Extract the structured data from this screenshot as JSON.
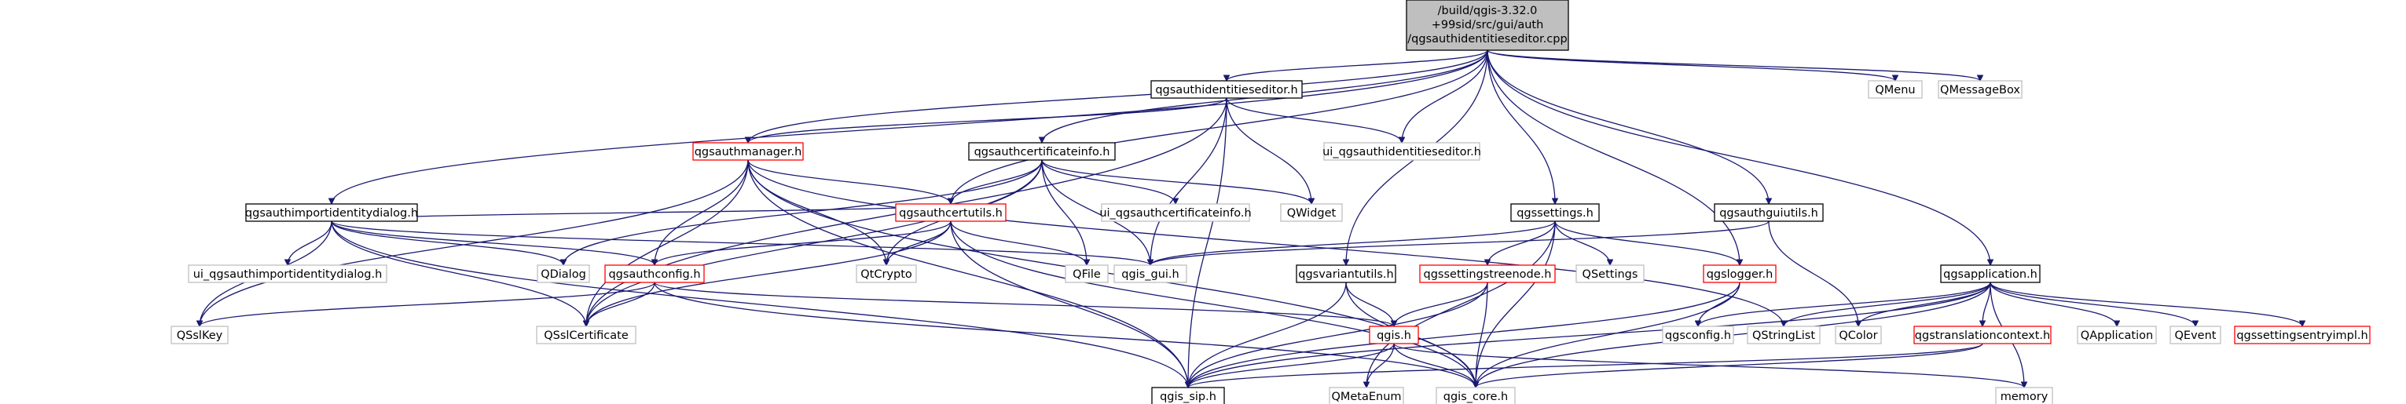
{
  "diagram": {
    "colors": {
      "edge": "#191970",
      "root_fill": "#bfbfbf",
      "root_border": "#000000",
      "documented_border": "#000000",
      "has_include_border": "#ff0000",
      "external_border": "#bfbfbf",
      "external_text": "#000000"
    },
    "nodes": {
      "root": {
        "lines": [
          "/build/qgis-3.32.0",
          "+99sid/src/gui/auth",
          "/qgsauthidentitieseditor.cpp"
        ],
        "kind": "root"
      },
      "identitieseditor": {
        "label": "qgsauthidentitieseditor.h",
        "kind": "documented"
      },
      "ui_identitieseditor": {
        "label": "ui_qgsauthidentitieseditor.h",
        "kind": "external"
      },
      "authmanager": {
        "label": "qgsauthmanager.h",
        "kind": "red"
      },
      "certificateinfo": {
        "label": "qgsauthcertificateinfo.h",
        "kind": "documented"
      },
      "importidentitydialog": {
        "label": "qgsauthimportidentitydialog.h",
        "kind": "documented"
      },
      "certutils": {
        "label": "qgsauthcertutils.h",
        "kind": "red"
      },
      "ui_certificateinfo": {
        "label": "ui_qgsauthcertificateinfo.h",
        "kind": "external"
      },
      "qwidget": {
        "label": "QWidget",
        "kind": "external"
      },
      "settings": {
        "label": "qgssettings.h",
        "kind": "documented"
      },
      "guiutils": {
        "label": "qgsauthguiutils.h",
        "kind": "documented"
      },
      "qmenu": {
        "label": "QMenu",
        "kind": "external"
      },
      "qmessagebox": {
        "label": "QMessageBox",
        "kind": "external"
      },
      "application": {
        "label": "qgsapplication.h",
        "kind": "documented"
      },
      "ui_importidentitydialog": {
        "label": "ui_qgsauthimportidentitydialog.h",
        "kind": "external"
      },
      "qdialog": {
        "label": "QDialog",
        "kind": "external"
      },
      "authconfig": {
        "label": "qgsauthconfig.h",
        "kind": "red"
      },
      "qtcrypto": {
        "label": "QtCrypto",
        "kind": "external"
      },
      "qfile": {
        "label": "QFile",
        "kind": "external"
      },
      "qgis_gui": {
        "label": "qgis_gui.h",
        "kind": "external"
      },
      "variantutils": {
        "label": "qgsvariantutils.h",
        "kind": "documented"
      },
      "settingstreenode": {
        "label": "qgssettingstreenode.h",
        "kind": "red"
      },
      "qsettings": {
        "label": "QSettings",
        "kind": "external"
      },
      "logger": {
        "label": "qgslogger.h",
        "kind": "red"
      },
      "qsslkey": {
        "label": "QSslKey",
        "kind": "external"
      },
      "qsslcertificate": {
        "label": "QSslCertificate",
        "kind": "external"
      },
      "qgis_h": {
        "label": "qgis.h",
        "kind": "red"
      },
      "qgsconfig": {
        "label": "qgsconfig.h",
        "kind": "external"
      },
      "qstringlist": {
        "label": "QStringList",
        "kind": "external"
      },
      "qcolor": {
        "label": "QColor",
        "kind": "external"
      },
      "translationcontext": {
        "label": "qgstranslationcontext.h",
        "kind": "red"
      },
      "qapplication": {
        "label": "QApplication",
        "kind": "external"
      },
      "qevent": {
        "label": "QEvent",
        "kind": "external"
      },
      "settingsentryimpl": {
        "label": "qgssettingsentryimpl.h",
        "kind": "red"
      },
      "qgis_sip": {
        "label": "qgis_sip.h",
        "kind": "documented"
      },
      "qmetaenum": {
        "label": "QMetaEnum",
        "kind": "external"
      },
      "qgis_core": {
        "label": "qgis_core.h",
        "kind": "external"
      },
      "memory": {
        "label": "memory",
        "kind": "external"
      }
    },
    "edges": [
      [
        "root",
        "identitieseditor"
      ],
      [
        "root",
        "ui_identitieseditor"
      ],
      [
        "root",
        "authmanager"
      ],
      [
        "root",
        "certificateinfo"
      ],
      [
        "root",
        "importidentitydialog"
      ],
      [
        "root",
        "certutils"
      ],
      [
        "root",
        "settings"
      ],
      [
        "root",
        "guiutils"
      ],
      [
        "root",
        "qmenu"
      ],
      [
        "root",
        "qmessagebox"
      ],
      [
        "root",
        "application"
      ],
      [
        "root",
        "logger"
      ],
      [
        "root",
        "variantutils"
      ],
      [
        "identitieseditor",
        "ui_identitieseditor"
      ],
      [
        "identitieseditor",
        "authmanager"
      ],
      [
        "identitieseditor",
        "qwidget"
      ],
      [
        "identitieseditor",
        "qgis_gui"
      ],
      [
        "identitieseditor",
        "qgis_sip"
      ],
      [
        "identitieseditor",
        "qsslcertificate"
      ],
      [
        "authmanager",
        "certutils"
      ],
      [
        "authmanager",
        "authconfig"
      ],
      [
        "authmanager",
        "qtcrypto"
      ],
      [
        "authmanager",
        "qsslkey"
      ],
      [
        "authmanager",
        "qsslcertificate"
      ],
      [
        "authmanager",
        "qgis_sip"
      ],
      [
        "authmanager",
        "qgis_core"
      ],
      [
        "authmanager",
        "qstringlist"
      ],
      [
        "certificateinfo",
        "ui_certificateinfo"
      ],
      [
        "certificateinfo",
        "qwidget"
      ],
      [
        "certificateinfo",
        "certutils"
      ],
      [
        "certificateinfo",
        "qgis_gui"
      ],
      [
        "certificateinfo",
        "qdialog"
      ],
      [
        "certificateinfo",
        "qtcrypto"
      ],
      [
        "certificateinfo",
        "qfile"
      ],
      [
        "certificateinfo",
        "qsslcertificate"
      ],
      [
        "importidentitydialog",
        "ui_importidentitydialog"
      ],
      [
        "importidentitydialog",
        "qdialog"
      ],
      [
        "importidentitydialog",
        "authconfig"
      ],
      [
        "importidentitydialog",
        "qgis_gui"
      ],
      [
        "importidentitydialog",
        "qsslkey"
      ],
      [
        "importidentitydialog",
        "qsslcertificate"
      ],
      [
        "importidentitydialog",
        "qgis_sip"
      ],
      [
        "importidentitydialog",
        "certutils"
      ],
      [
        "certutils",
        "authconfig"
      ],
      [
        "certutils",
        "qtcrypto"
      ],
      [
        "certutils",
        "qfile"
      ],
      [
        "certutils",
        "qsslcertificate"
      ],
      [
        "certutils",
        "qgis_sip"
      ],
      [
        "certutils",
        "qgis_core"
      ],
      [
        "authconfig",
        "qsslkey"
      ],
      [
        "authconfig",
        "qsslcertificate"
      ],
      [
        "authconfig",
        "qgis_h"
      ],
      [
        "authconfig",
        "qgis_core"
      ],
      [
        "settings",
        "qgis_gui"
      ],
      [
        "settings",
        "settingstreenode"
      ],
      [
        "settings",
        "qsettings"
      ],
      [
        "settings",
        "logger"
      ],
      [
        "settings",
        "qgis_core"
      ],
      [
        "settings",
        "qmetaenum"
      ],
      [
        "guiutils",
        "qgis_gui"
      ],
      [
        "guiutils",
        "qcolor"
      ],
      [
        "variantutils",
        "qgis_h"
      ],
      [
        "variantutils",
        "qgis_sip"
      ],
      [
        "variantutils",
        "qgis_core"
      ],
      [
        "settingstreenode",
        "qgis_h"
      ],
      [
        "settingstreenode",
        "qgis_sip"
      ],
      [
        "settingstreenode",
        "qgis_core"
      ],
      [
        "logger",
        "qgsconfig"
      ],
      [
        "logger",
        "qgis_core"
      ],
      [
        "logger",
        "qgis_sip"
      ],
      [
        "qgis_h",
        "qgis_sip"
      ],
      [
        "qgis_h",
        "qgis_core"
      ],
      [
        "qgis_h",
        "qmetaenum"
      ],
      [
        "qgis_h",
        "memory"
      ],
      [
        "application",
        "translationcontext"
      ],
      [
        "application",
        "qgsconfig"
      ],
      [
        "application",
        "qstringlist"
      ],
      [
        "application",
        "qcolor"
      ],
      [
        "application",
        "qapplication"
      ],
      [
        "application",
        "qevent"
      ],
      [
        "application",
        "settingsentryimpl"
      ],
      [
        "application",
        "qgis_core"
      ],
      [
        "application",
        "qgis_sip"
      ],
      [
        "application",
        "memory"
      ],
      [
        "translationcontext",
        "qgis_core"
      ],
      [
        "translationcontext",
        "qgis_sip"
      ]
    ]
  }
}
